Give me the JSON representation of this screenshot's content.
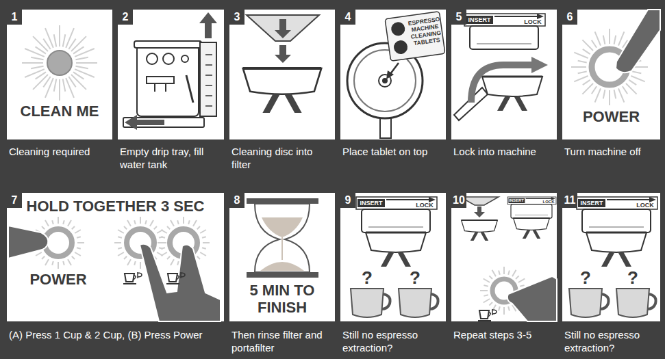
{
  "diagram": {
    "nodes": [
      {
        "text": [
          "1",
          "Cleaning required"
        ]
      },
      {
        "text": [
          "2",
          "Empty drip tray, fill water tank"
        ]
      },
      {
        "text": [
          "3",
          "Cleaning disc into filter"
        ]
      },
      {
        "text": [
          "4",
          "Place tablet on top"
        ]
      },
      {
        "text": [
          "5",
          "Lock into machine"
        ]
      },
      {
        "text": [
          "6",
          "Turn machine off"
        ]
      },
      {
        "text": [
          "7",
          "(A) Press 1 Cup & 2 Cup, (B) Press Power"
        ]
      },
      {
        "text": [
          "8",
          "Then rinse filter and portafilter"
        ]
      },
      {
        "text": [
          "9",
          "Still no espresso extraction?"
        ]
      },
      {
        "text": [
          "10",
          "Repeat steps 3-5"
        ]
      },
      {
        "text": [
          "11",
          "Still no espresso extraction?"
        ]
      }
    ],
    "labels": [
      "CLEAN ME",
      "ESPRESSO MACHINE CLEANING TABLETS",
      "INSERT",
      "LOCK",
      "POWER",
      "HOLD TOGETHER 3 SEC",
      "POWER",
      "5 MIN TO FINISH",
      "INSERT",
      "LOCK",
      "?",
      "?",
      "INSERT",
      "LOCK",
      "INSERT",
      "LOCK",
      "?",
      "?"
    ]
  }
}
